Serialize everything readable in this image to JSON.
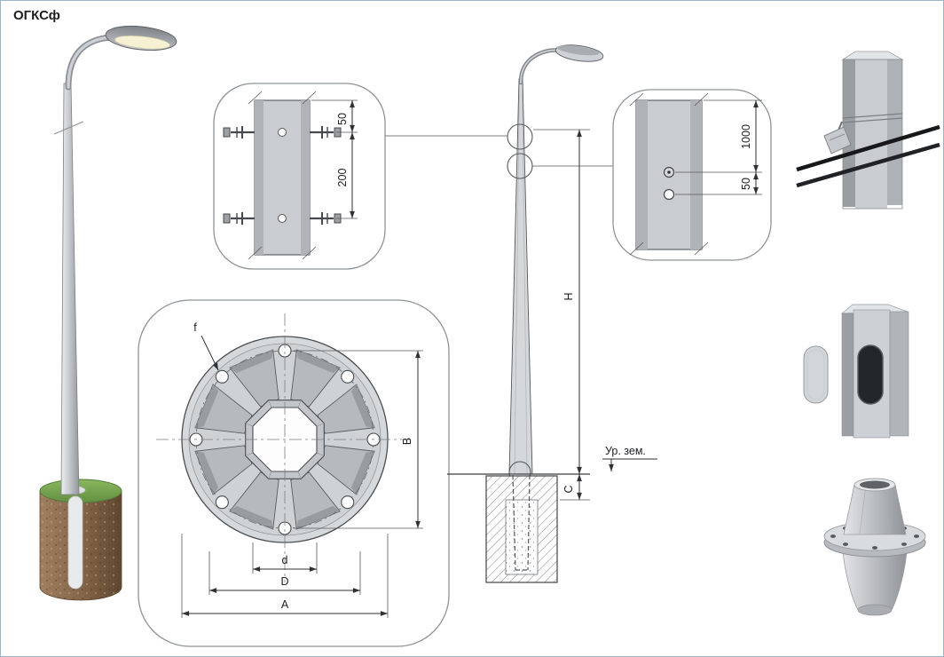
{
  "title": "ОГКСф",
  "top_detail": {
    "dim_offset": "50",
    "dim_spacing": "200"
  },
  "right_detail": {
    "dim_height": "1000",
    "dim_offset": "50"
  },
  "flange_detail": {
    "dim_hole": "f",
    "dim_bolt_span": "B",
    "dim_inner": "d",
    "dim_middle": "D",
    "dim_outer": "A"
  },
  "elevation": {
    "dim_height": "H",
    "dim_embed": "C",
    "ground_level": "Ур. зем."
  }
}
